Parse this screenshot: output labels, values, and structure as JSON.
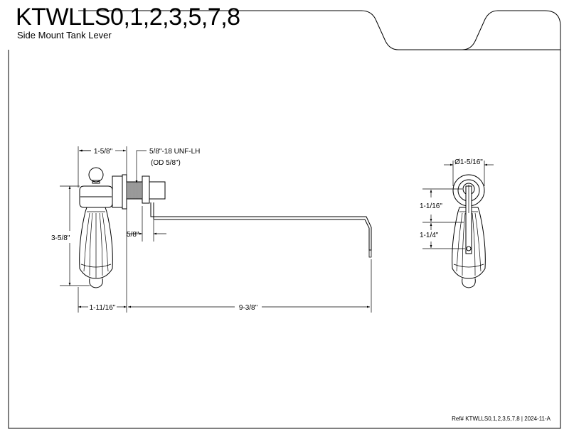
{
  "header": {
    "title": "KTWLLS0,1,2,3,5,7,8",
    "subtitle": "Side Mount Tank Lever"
  },
  "dimensions": {
    "top_width": "1-5/8\"",
    "thread_spec": "5/8\"-18 UNF-LH",
    "thread_od": "(OD 5/8\")",
    "handle_height": "3-5/8\"",
    "shank_offset": "5/8\"",
    "base_width": "1-11/16\"",
    "arm_length": "9-3/8\"",
    "flange_diameter": "Ø1-5/16\"",
    "upper_offset": "1-1/16\"",
    "lower_offset": "1-1/4\""
  },
  "footer": {
    "ref": "Ref# KTWLLS0,1,2,3,5,7,8 | 2024-11-A"
  }
}
